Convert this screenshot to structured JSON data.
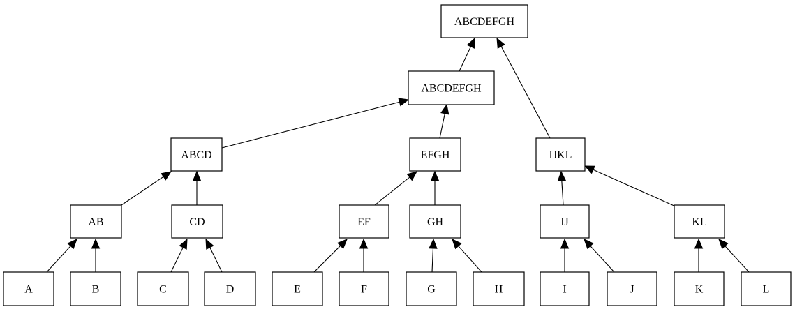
{
  "diagram": {
    "type": "tree",
    "nodes": [
      {
        "id": "root",
        "label": "ABCDEFGH"
      },
      {
        "id": "abcdefgh",
        "label": "ABCDEFGH"
      },
      {
        "id": "abcd",
        "label": "ABCD"
      },
      {
        "id": "efgh",
        "label": "EFGH"
      },
      {
        "id": "ijkl",
        "label": "IJKL"
      },
      {
        "id": "ab",
        "label": "AB"
      },
      {
        "id": "cd",
        "label": "CD"
      },
      {
        "id": "ef",
        "label": "EF"
      },
      {
        "id": "gh",
        "label": "GH"
      },
      {
        "id": "ij",
        "label": "IJ"
      },
      {
        "id": "kl",
        "label": "KL"
      },
      {
        "id": "a",
        "label": "A"
      },
      {
        "id": "b",
        "label": "B"
      },
      {
        "id": "c",
        "label": "C"
      },
      {
        "id": "d",
        "label": "D"
      },
      {
        "id": "e",
        "label": "E"
      },
      {
        "id": "f",
        "label": "F"
      },
      {
        "id": "g",
        "label": "G"
      },
      {
        "id": "h",
        "label": "H"
      },
      {
        "id": "i",
        "label": "I"
      },
      {
        "id": "j",
        "label": "J"
      },
      {
        "id": "k",
        "label": "K"
      },
      {
        "id": "l",
        "label": "L"
      }
    ],
    "edges": [
      {
        "from": "a",
        "to": "ab"
      },
      {
        "from": "b",
        "to": "ab"
      },
      {
        "from": "c",
        "to": "cd"
      },
      {
        "from": "d",
        "to": "cd"
      },
      {
        "from": "e",
        "to": "ef"
      },
      {
        "from": "f",
        "to": "ef"
      },
      {
        "from": "g",
        "to": "gh"
      },
      {
        "from": "h",
        "to": "gh"
      },
      {
        "from": "i",
        "to": "ij"
      },
      {
        "from": "j",
        "to": "ij"
      },
      {
        "from": "k",
        "to": "kl"
      },
      {
        "from": "l",
        "to": "kl"
      },
      {
        "from": "ab",
        "to": "abcd"
      },
      {
        "from": "cd",
        "to": "abcd"
      },
      {
        "from": "ef",
        "to": "efgh"
      },
      {
        "from": "gh",
        "to": "efgh"
      },
      {
        "from": "ij",
        "to": "ijkl"
      },
      {
        "from": "kl",
        "to": "ijkl"
      },
      {
        "from": "abcd",
        "to": "abcdefgh"
      },
      {
        "from": "efgh",
        "to": "abcdefgh"
      },
      {
        "from": "abcdefgh",
        "to": "root"
      },
      {
        "from": "ijkl",
        "to": "root"
      }
    ]
  }
}
